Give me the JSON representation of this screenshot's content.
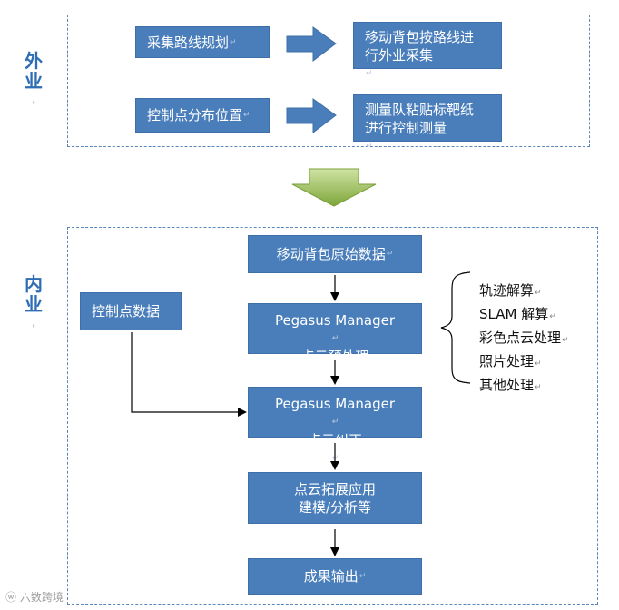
{
  "outdoor": {
    "label": "外业",
    "row1": {
      "source": "采集路线规划",
      "target_line1": "移动背包按路线进",
      "target_line2": "行外业采集"
    },
    "row2": {
      "source": "控制点分布位置",
      "target_line1": "测量队粘贴标靶纸",
      "target_line2": "进行控制测量"
    }
  },
  "indoor": {
    "label": "内业",
    "control_points": "控制点数据",
    "steps": [
      {
        "line1": "移动背包原始数据",
        "line2": ""
      },
      {
        "line1": "Pegasus Manager",
        "line2": "点云预处理"
      },
      {
        "line1": "Pegasus Manager",
        "line2": "点云纠正"
      },
      {
        "line1": "点云拓展应用",
        "line2": "建模/分析等"
      },
      {
        "line1": "成果输出",
        "line2": ""
      }
    ],
    "preprocess_items": [
      "轨迹解算",
      "SLAM 解算",
      "彩色点云处理",
      "照片处理",
      "其他处理"
    ]
  },
  "marks": {
    "return": "↵",
    "section": "ᵗ"
  },
  "watermark": "六数跨境",
  "colors": {
    "box": "#4a7ebb",
    "section_label": "#2e6db4",
    "big_arrow": "#8fb442"
  }
}
